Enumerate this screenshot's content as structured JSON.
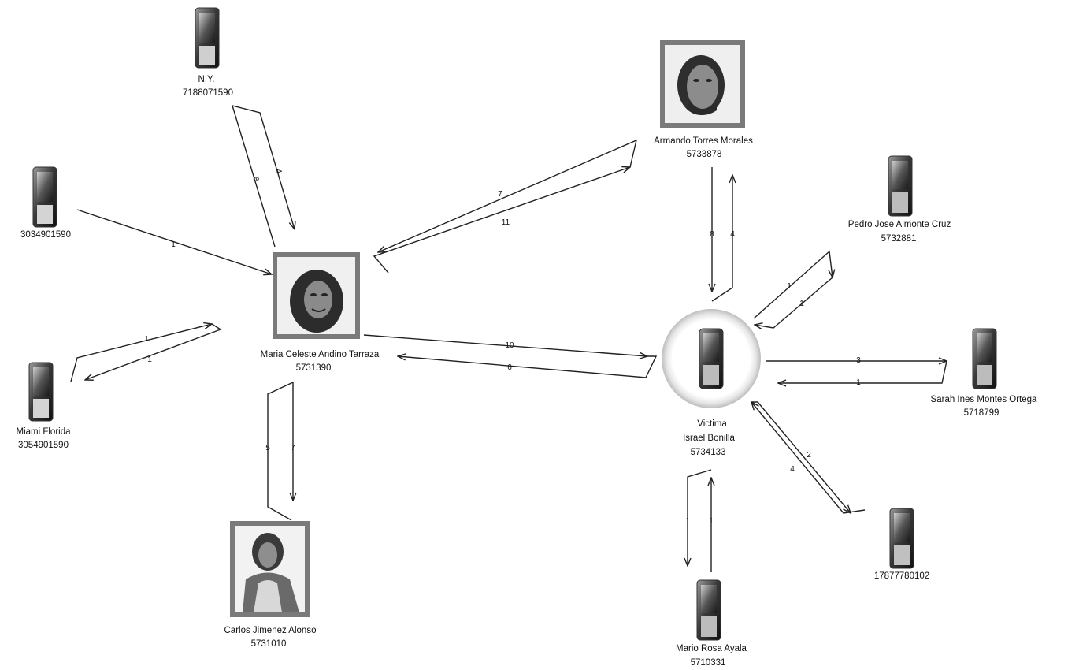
{
  "nodes": [
    {
      "id": "ny",
      "kind": "phone-black",
      "label": "N.Y.",
      "number": "7188071590"
    },
    {
      "id": "n3034",
      "kind": "phone-silver",
      "label": "",
      "number": "3034901590"
    },
    {
      "id": "miami",
      "kind": "phone-silver",
      "label": "Miami Florida",
      "number": "3054901590"
    },
    {
      "id": "maria",
      "kind": "photo-female",
      "label": "Maria Celeste Andino Tarraza",
      "number": "5731390"
    },
    {
      "id": "carlos",
      "kind": "photo-male",
      "label": "Carlos Jimenez Alonso",
      "number": "5731010"
    },
    {
      "id": "armando",
      "kind": "photo-male",
      "label": "Armando Torres Morales",
      "number": "5733878"
    },
    {
      "id": "victim",
      "kind": "phone-victim",
      "label": "Victima",
      "label2": "Israel Bonilla",
      "number": "5734133"
    },
    {
      "id": "pedro",
      "kind": "phone-black",
      "label": "Pedro Jose Almonte Cruz",
      "number": "5732881"
    },
    {
      "id": "sarah",
      "kind": "phone-black",
      "label": "Sarah Ines Montes Ortega",
      "number": "5718799"
    },
    {
      "id": "n1787",
      "kind": "phone-black",
      "label": "",
      "number": "17877780102"
    },
    {
      "id": "mario",
      "kind": "phone-black",
      "label": "Mario Rosa Ayala",
      "number": "5710331"
    }
  ],
  "edges": [
    {
      "id": "ny-maria",
      "counts": [
        "8",
        "4"
      ]
    },
    {
      "id": "n3034-maria",
      "counts": [
        "1"
      ]
    },
    {
      "id": "miami-maria",
      "counts": [
        "1",
        "1"
      ]
    },
    {
      "id": "maria-carlos",
      "counts": [
        "5",
        "7"
      ]
    },
    {
      "id": "maria-armando",
      "counts": [
        "7",
        "11"
      ]
    },
    {
      "id": "maria-victim",
      "counts": [
        "10",
        "6"
      ]
    },
    {
      "id": "armando-victim",
      "counts": [
        "8",
        "4"
      ]
    },
    {
      "id": "victim-pedro",
      "counts": [
        "1",
        "1"
      ]
    },
    {
      "id": "victim-sarah",
      "counts": [
        "3",
        "1"
      ]
    },
    {
      "id": "victim-n1787",
      "counts": [
        "2",
        "4"
      ]
    },
    {
      "id": "victim-mario",
      "counts": [
        "1",
        "1"
      ]
    }
  ]
}
